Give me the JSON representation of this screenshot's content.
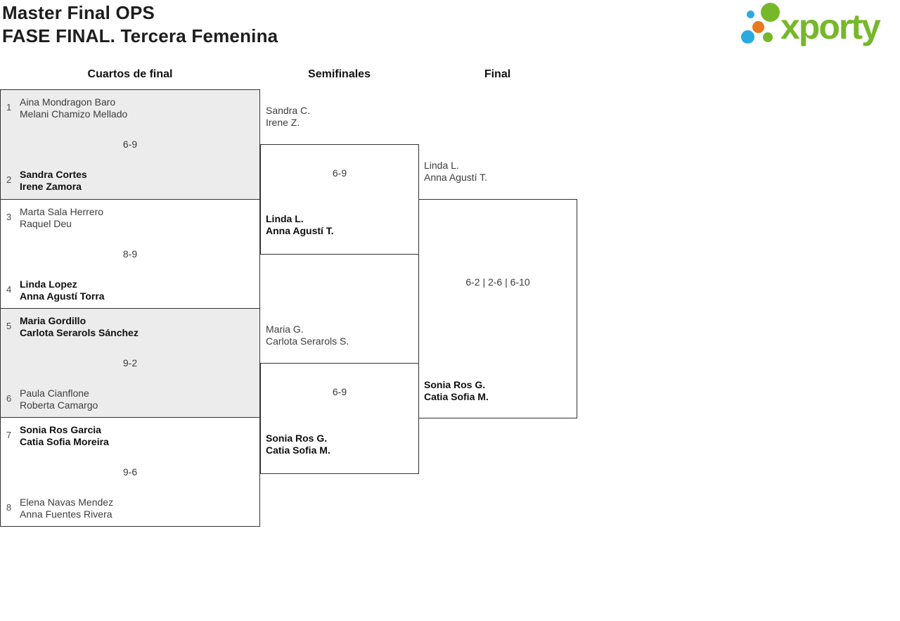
{
  "theme": {
    "accent_green": "#76b82a",
    "dot_blue": "#29abe2",
    "dot_orange": "#e8791e",
    "block_gray": "#ececec",
    "border_color": "#333333",
    "text_dark": "#111111",
    "text_normal": "#3d3d3d"
  },
  "header": {
    "title_line1": "Master Final OPS",
    "title_line2": "FASE FINAL. Tercera Femenina"
  },
  "logo": {
    "brand": "xporty"
  },
  "round_headers": {
    "quarterfinals": "Cuartos de final",
    "semifinals": "Semifinales",
    "final": "Final"
  },
  "bracket": {
    "quarterfinals": [
      {
        "seed1": "1",
        "team1": [
          "Aina Mondragon Baro",
          "Melani Chamizo Mellado"
        ],
        "score": "6-9",
        "seed2": "2",
        "team2": [
          "Sandra Cortes",
          "Irene Zamora"
        ],
        "winner": "team2"
      },
      {
        "seed1": "3",
        "team1": [
          "Marta Sala Herrero",
          "Raquel Deu"
        ],
        "score": "8-9",
        "seed2": "4",
        "team2": [
          "Linda Lopez",
          "Anna Agustí Torra"
        ],
        "winner": "team2"
      },
      {
        "seed1": "5",
        "team1": [
          "Maria Gordillo",
          "Carlota Serarols Sánchez"
        ],
        "score": "9-2",
        "seed2": "6",
        "team2": [
          "Paula Cianflone",
          "Roberta Camargo"
        ],
        "winner": "team1"
      },
      {
        "seed1": "7",
        "team1": [
          "Sonia Ros Garcia",
          "Catia Sofia Moreira"
        ],
        "score": "9-6",
        "seed2": "8",
        "team2": [
          "Elena Navas Mendez",
          "Anna Fuentes Rivera"
        ],
        "winner": "team1"
      }
    ],
    "semifinals": [
      {
        "team1": [
          "Sandra C.",
          "Irene Z."
        ],
        "score": "6-9",
        "team2": [
          "Linda L.",
          "Anna Agustí T."
        ],
        "winner": "team2"
      },
      {
        "team1": [
          "Maria G.",
          "Carlota Serarols S."
        ],
        "score": "6-9",
        "team2": [
          "Sonia Ros G.",
          "Catia Sofia M."
        ],
        "winner": "team2"
      }
    ],
    "final": {
      "team1": [
        "Linda L.",
        "Anna Agustí T."
      ],
      "score": "6-2 | 2-6 | 6-10",
      "team2": [
        "Sonia Ros G.",
        "Catia Sofia M."
      ],
      "winner": "team2"
    }
  }
}
